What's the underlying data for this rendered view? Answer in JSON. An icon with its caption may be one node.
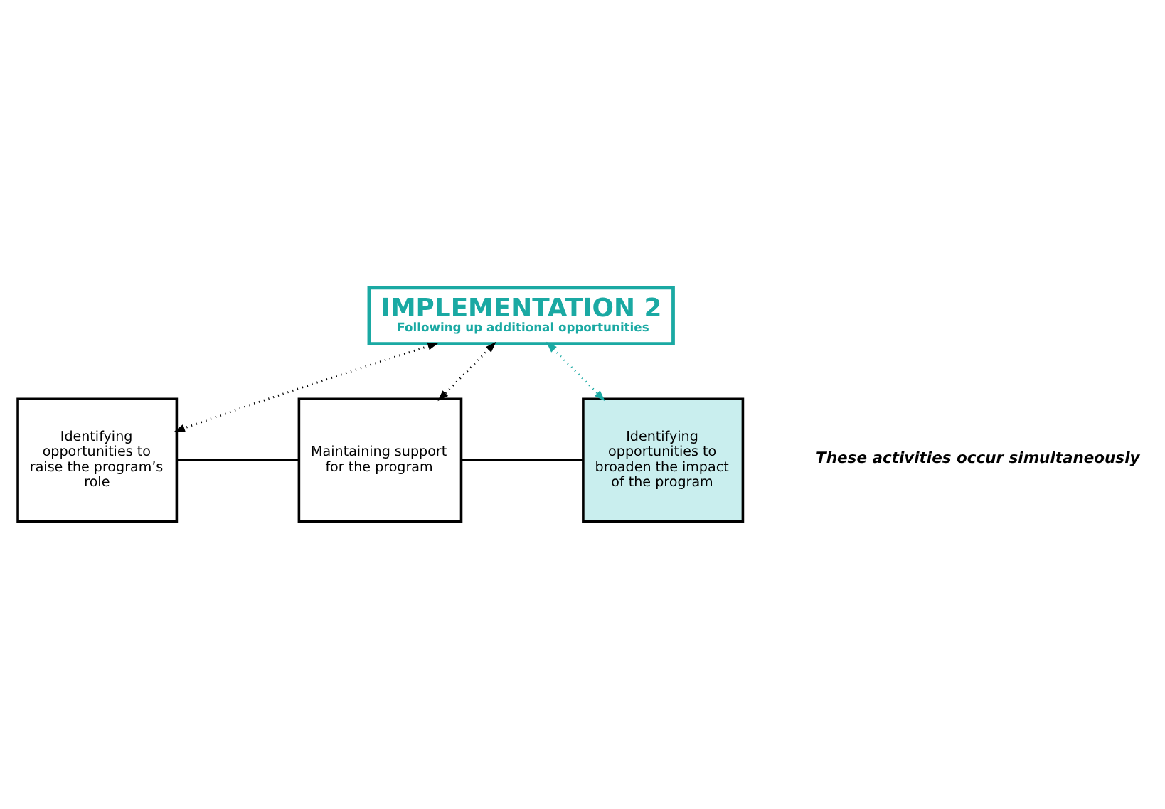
{
  "diagram": {
    "nodes": [
      {
        "text": [
          "IMPLEMENTATION 2",
          "Following up additional opportunities"
        ]
      },
      {
        "text": [
          "Identifying opportunities to raise the program’s role"
        ]
      },
      {
        "text": [
          "Maintaining support for the program"
        ]
      },
      {
        "text": [
          "Identifying opportunities to broaden the impact of the program"
        ]
      }
    ],
    "edges": [
      {
        "from": 0,
        "to": 1,
        "arrow": "both",
        "style": "dashed"
      },
      {
        "from": 0,
        "to": 2,
        "arrow": "both",
        "style": "dashed"
      },
      {
        "from": 0,
        "to": 3,
        "arrow": "both",
        "style": "dashed",
        "color": "#1aa9a3"
      },
      {
        "from": 1,
        "to": 2,
        "arrow": "none"
      },
      {
        "from": 2,
        "to": 3,
        "arrow": "none"
      }
    ],
    "labels": [
      "These activities occur simultaneously"
    ]
  }
}
